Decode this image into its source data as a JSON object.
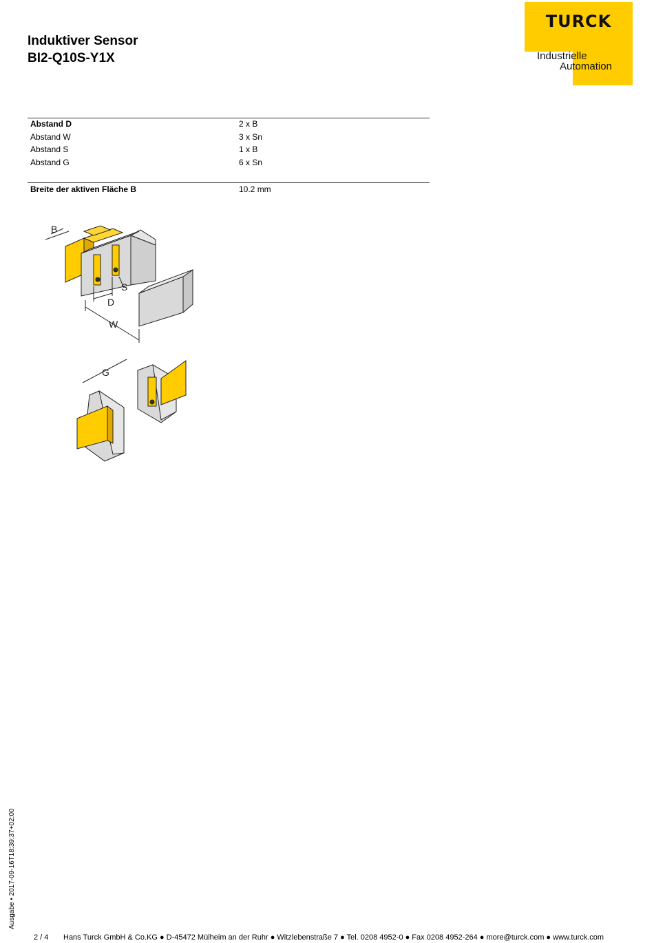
{
  "header": {
    "title_line1": "Induktiver Sensor",
    "title_line2": "BI2-Q10S-Y1X"
  },
  "logo": {
    "wordmark": "TURCK",
    "line1": "Industrielle",
    "line2": "Automation",
    "color": "#ffcc00"
  },
  "spec_table": [
    {
      "label": "Abstand D",
      "value": "2 x B",
      "bold": true
    },
    {
      "label": "Abstand W",
      "value": "3 x Sn",
      "bold": false
    },
    {
      "label": "Abstand S",
      "value": "1 x B",
      "bold": false
    },
    {
      "label": "Abstand G",
      "value": "6 x Sn",
      "bold": false
    }
  ],
  "spec_table2": [
    {
      "label": "Breite der aktiven Fläche B",
      "value": "10.2 mm",
      "bold": true
    }
  ],
  "figure_labels": {
    "b": "B",
    "s": "S",
    "d": "D",
    "w": "W",
    "g": "G"
  },
  "side_text": "Ausgabe • 2017-09-16T18:39:37+02:00",
  "footer": {
    "page": "2 / 4",
    "text": "Hans Turck GmbH & Co.KG ● D-45472 Mülheim an der Ruhr ● Witzlebenstraße 7 ● Tel. 0208 4952-0 ● Fax 0208 4952-264 ● more@turck.com ● www.turck.com"
  }
}
